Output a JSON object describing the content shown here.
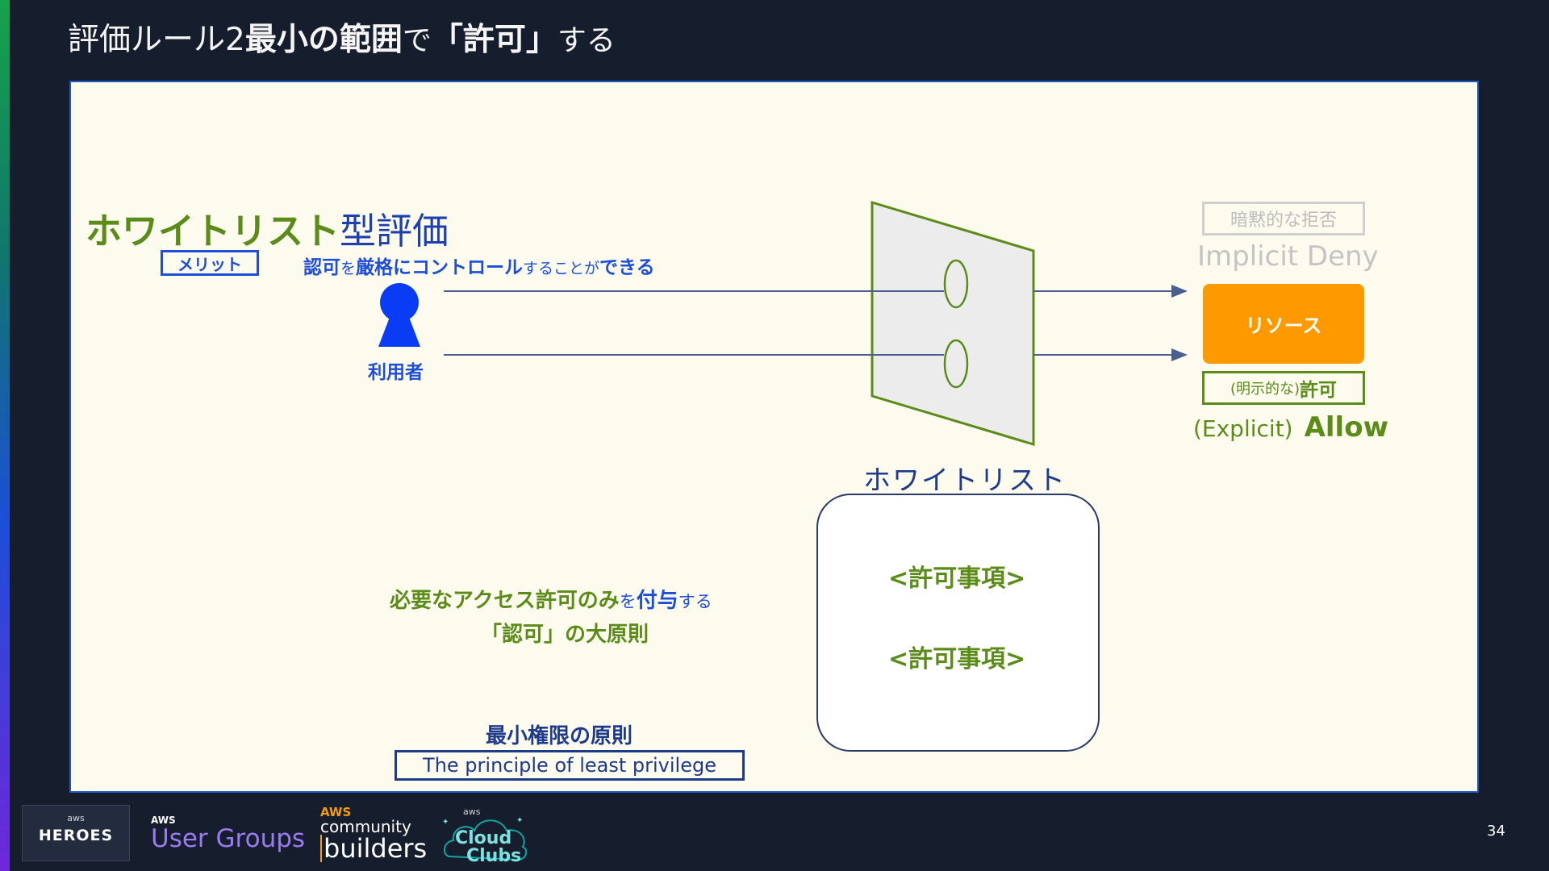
{
  "title": {
    "part1": "評価ルール2 ",
    "part2": "最小の範囲",
    "part3": "で",
    "part4": "「許可」",
    "part5": "する"
  },
  "whitelist_eval": {
    "title_green": "ホワイトリスト",
    "title_rest": "型評価",
    "merit": "メリット",
    "authz_1": "認可",
    "authz_2": "を",
    "authz_3": "厳格にコントロール",
    "authz_4": "することが",
    "authz_5": "できる"
  },
  "user_label": "利用者",
  "deny": {
    "box": "暗黙的な拒否",
    "text": "Implicit Deny"
  },
  "resource": "リソース",
  "allow": {
    "box_small": "(明示的な)",
    "box_bold": "許可",
    "explicit": "(Explicit)",
    "allow": "Allow"
  },
  "whitelist_label": "ホワイトリスト",
  "permissions": [
    "<許可事項>",
    "<許可事項>"
  ],
  "principle": {
    "l1a": "必要なアクセス許可のみ",
    "l1b": "を",
    "l1c": "付与",
    "l1d": "する",
    "l2": "「認可」の大原則"
  },
  "least_privilege": {
    "ja": "最小権限の原則",
    "en": "The principle of least privilege"
  },
  "footer": {
    "heroes_aws": "aws",
    "heroes": "HEROES",
    "ug_aws": "AWS",
    "ug": "User Groups",
    "cb_aws": "AWS",
    "cb_community": "community",
    "cb_builders": "builders",
    "cc_aws": "aws",
    "cc_cloud": "Cloud",
    "cc_clubs": "Clubs"
  },
  "page_number": "34",
  "colors": {
    "background": "#161d2d",
    "panel": "#fdfbee",
    "green": "#5b8c19",
    "blue": "#1d4ed8",
    "orange": "#ff9900"
  }
}
